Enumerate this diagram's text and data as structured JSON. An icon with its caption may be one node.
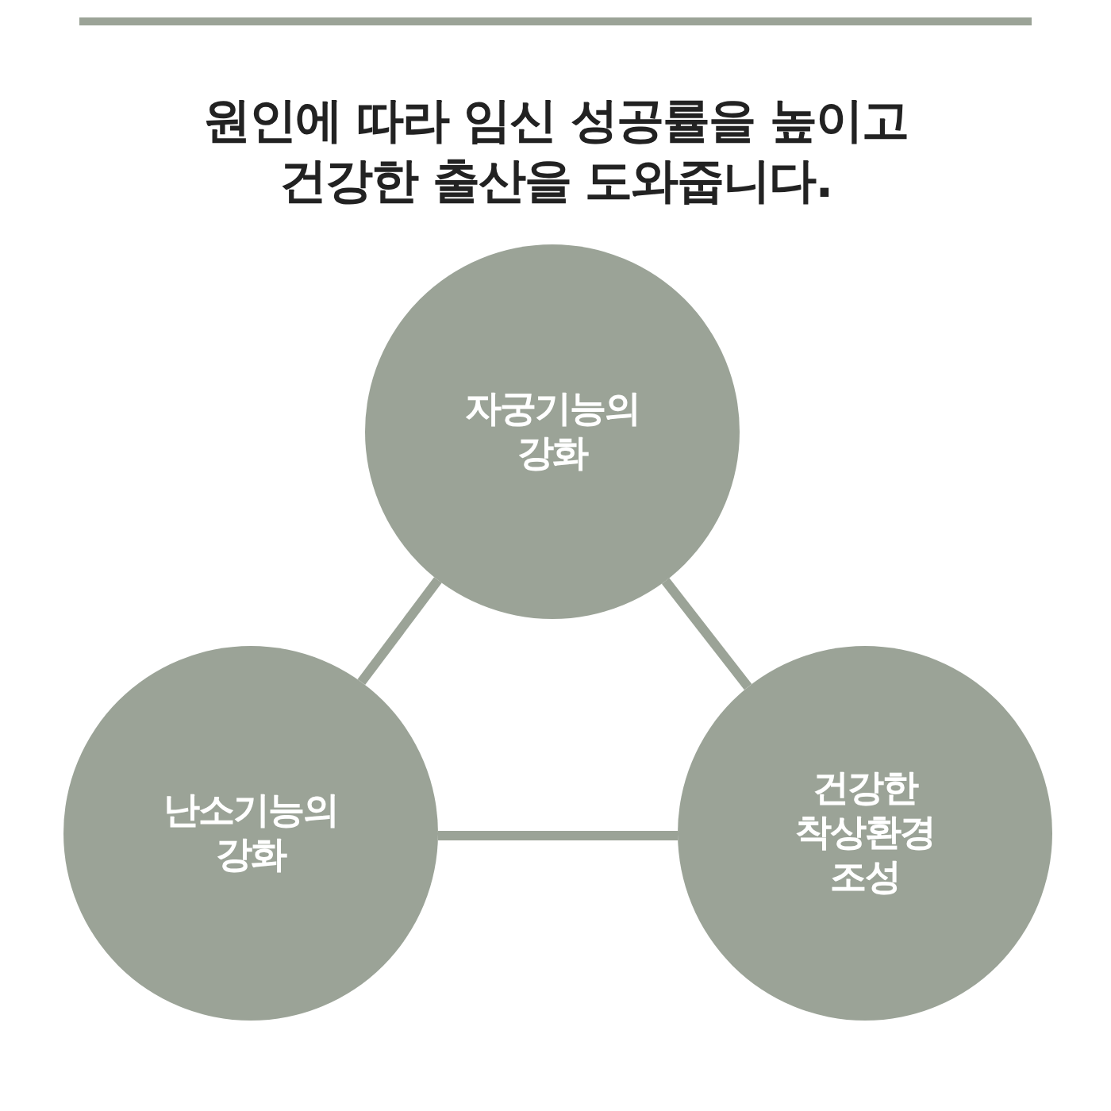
{
  "diagram": {
    "title": "원인에 따라 임신 성공률을 높이고 건강한 출산을 도와줍니다.",
    "nodes": [
      {
        "text": [
          "자궁기능의 강화"
        ]
      },
      {
        "text": [
          "난소기능의 강화"
        ]
      },
      {
        "text": [
          "건강한 착상환경 조성"
        ]
      }
    ],
    "edges": [
      {
        "from": 0,
        "to": 1,
        "arrow": "none"
      },
      {
        "from": 0,
        "to": 2,
        "arrow": "none"
      },
      {
        "from": 1,
        "to": 2,
        "arrow": "none"
      }
    ]
  }
}
